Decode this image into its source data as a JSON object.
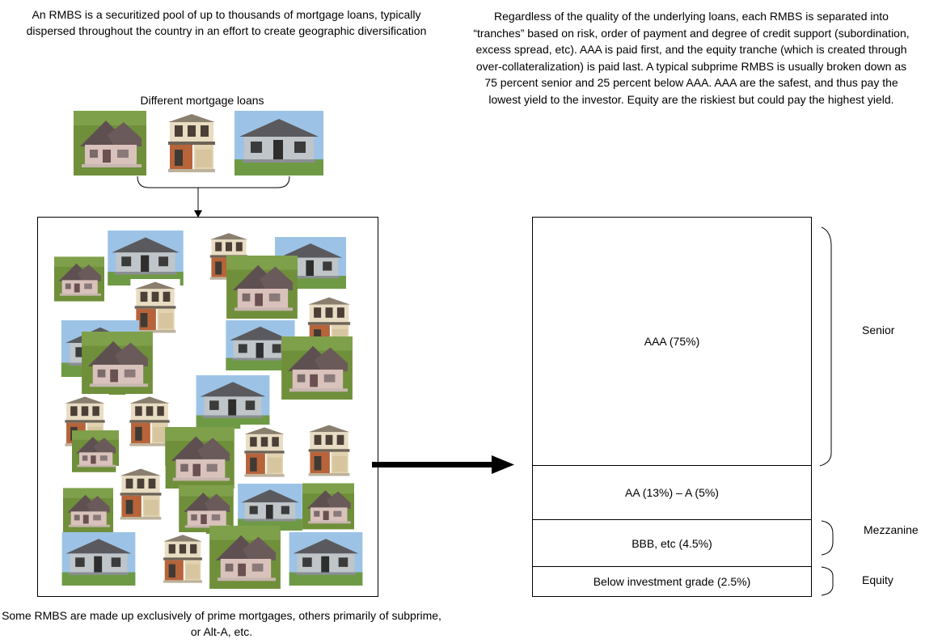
{
  "texts": {
    "top_left": "An RMBS is a securitized pool of up to thousands of mortgage loans, typically dispersed throughout the country in an effort to create geographic diversification",
    "top_right": "Regardless of the quality of the underlying loans, each RMBS is separated into “tranches” based on risk, order of payment and degree of credit support (subordination, excess spread, etc). AAA is paid first, and the equity tranche (which is created through over-collateralization) is paid last. A typical subprime RMBS is usually broken down as 75 percent senior and 25 percent below AAA. AAA are the safest, and thus pay the lowest yield to the investor. Equity are the riskiest but could pay the highest yield.",
    "loans_label": "Different mortgage loans",
    "bottom_caption": "Some RMBS are made up exclusively of prime mortgages, others primarily of subprime, or Alt-A, etc."
  },
  "tranches": [
    {
      "label": "AAA (75%)"
    },
    {
      "label": "AA (13%) – A (5%)"
    },
    {
      "label": "BBB, etc (4.5%)"
    },
    {
      "label": "Below investment grade (2.5%)"
    }
  ],
  "groups": {
    "senior": "Senior",
    "mezzanine": "Mezzanine",
    "equity": "Equity"
  },
  "colors": {
    "grass": "#6f8f3a",
    "sky": "#9cc3e6",
    "roof_dark": "#5e5050",
    "wall_pink": "#d9c2bc",
    "wall_beige": "#e8dcc2",
    "wall_gray": "#bfc5c9"
  },
  "houses": {
    "top_row": [
      "pink-house",
      "beige-townhouse",
      "gray-bungalow"
    ],
    "pool_styles": [
      "pink-house",
      "gray-bungalow",
      "beige-townhouse"
    ]
  }
}
